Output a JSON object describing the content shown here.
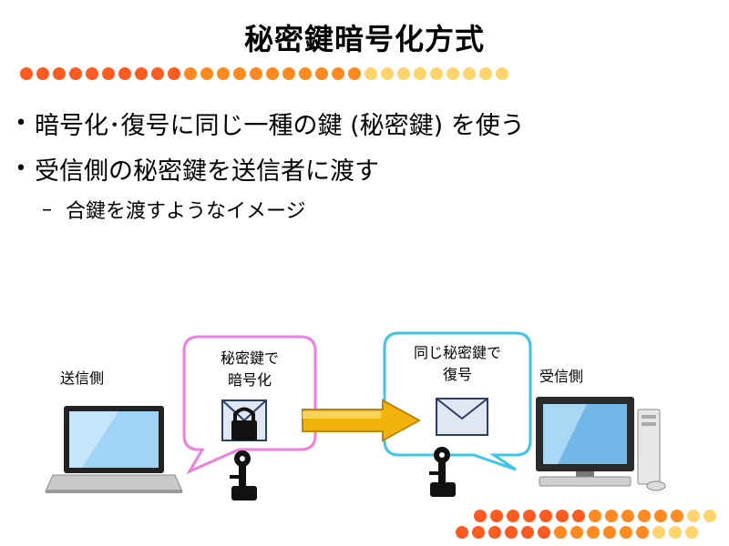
{
  "title": "秘密鍵暗号化方式",
  "bullets": [
    "暗号化･復号に同じ一種の鍵 (秘密鍵) を使う",
    "受信側の秘密鍵を送信者に渡す"
  ],
  "sub_bullet": "合鍵を渡すようなイメージ",
  "sender_label": "送信側",
  "receiver_label": "受信側",
  "bubble_encrypt": {
    "line1": "秘密鍵で",
    "line2": "暗号化"
  },
  "bubble_decrypt": {
    "line1": "同じ秘密鍵で",
    "line2": "復号"
  },
  "colors": {
    "dot_dark": "#ff5a1f",
    "dot_mid": "#ff8a1f",
    "dot_light": "#ffd46a",
    "bubble_pink": "#f07de0",
    "bubble_blue": "#3cc6ec",
    "arrow": "#f2b40a"
  }
}
